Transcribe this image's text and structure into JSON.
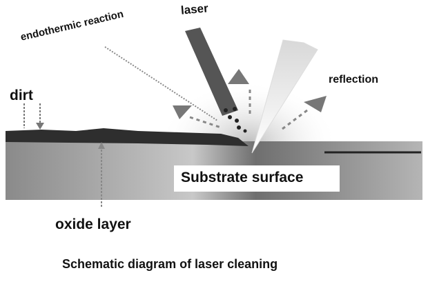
{
  "labels": {
    "laser": "laser",
    "endothermic": "endothermic reaction",
    "reflection": "reflection",
    "dirt": "dirt",
    "substrate": "Substrate surface",
    "oxide": "oxide layer"
  },
  "caption": "Schematic diagram of laser cleaning"
}
